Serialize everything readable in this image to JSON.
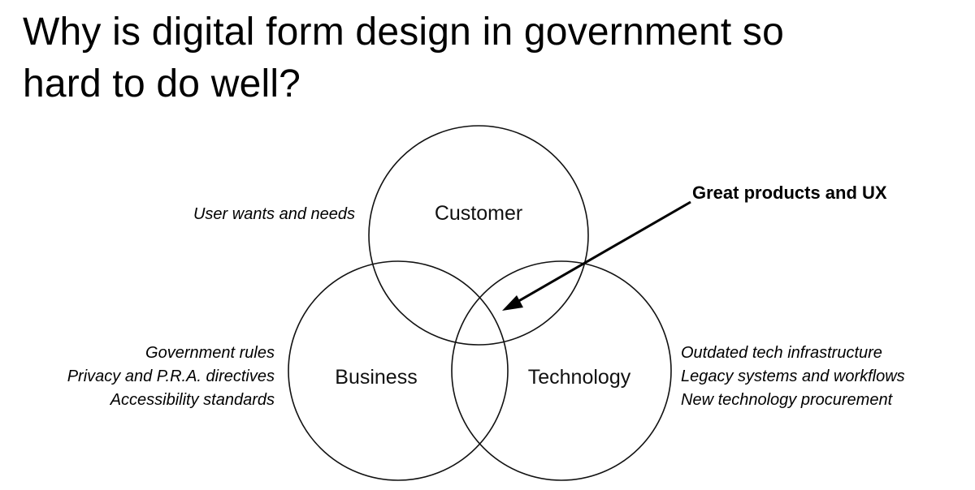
{
  "title": {
    "line1": "Why is digital form design in government so",
    "line2": "hard to do well?"
  },
  "diagram": {
    "circles": {
      "customer": "Customer",
      "business": "Business",
      "technology": "Technology"
    },
    "notes": {
      "customer": [
        "User wants and needs"
      ],
      "business": [
        "Government rules",
        "Privacy and P.R.A. directives",
        "Accessibility standards"
      ],
      "technology": [
        "Outdated tech infrastructure",
        "Legacy systems and workflows",
        "New technology procurement"
      ]
    },
    "callout": "Great products and UX"
  }
}
